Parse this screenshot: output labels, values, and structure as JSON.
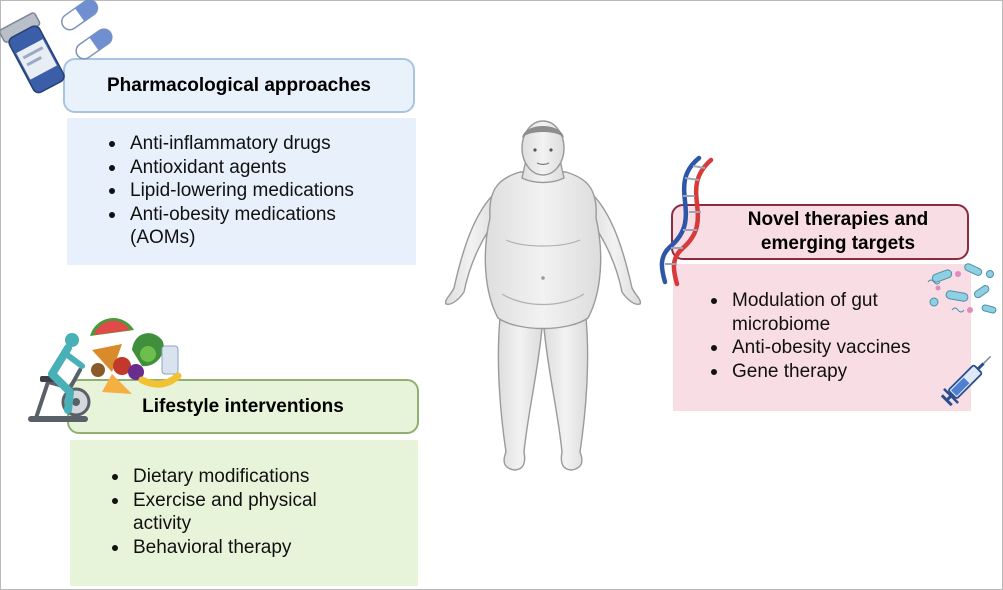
{
  "pharmacological": {
    "title": "Pharmacological approaches",
    "items": [
      "Anti-inflammatory drugs",
      "Antioxidant agents",
      "Lipid-lowering medications",
      "Anti-obesity medications (AOMs)"
    ]
  },
  "lifestyle": {
    "title": "Lifestyle interventions",
    "items": [
      "Dietary modifications",
      "Exercise and physical activity",
      "Behavioral therapy"
    ]
  },
  "novel": {
    "title": "Novel therapies and emerging targets",
    "items": [
      "Modulation of gut microbiome",
      "Anti-obesity vaccines",
      "Gene therapy"
    ]
  },
  "icons": [
    "pill-bottle-icon",
    "capsules-icon",
    "exercise-bike-icon",
    "healthy-food-icon",
    "obese-person-figure",
    "dna-helix-icon",
    "microbes-icon",
    "syringe-icon"
  ],
  "colors": {
    "pharm_fill": "#e8f0fb",
    "pharm_border": "#a9c3e3",
    "life_fill": "#e8f4d9",
    "life_border": "#8fb070",
    "novel_fill": "#f9dde5",
    "novel_border": "#8c2a40"
  }
}
